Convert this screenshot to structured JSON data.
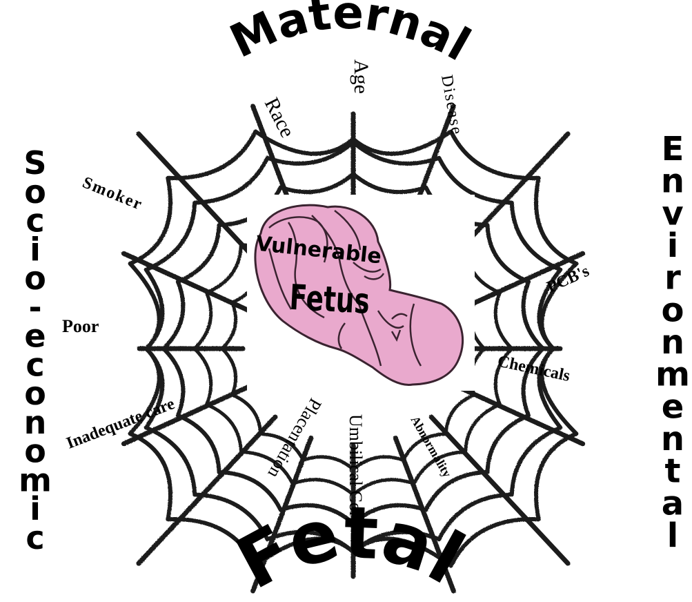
{
  "headings": {
    "top": "Maternal",
    "left": "Socio-economic",
    "right": "Environmental",
    "bottom": "Fetal"
  },
  "center": {
    "line1": "Vulnerable",
    "line2": "Fetus",
    "fill_color": "#e9a9cd"
  },
  "labels": {
    "race": "Race",
    "age": "Age",
    "disease": "Disease",
    "smoker": "Smoker",
    "poor": "Poor",
    "inadequate_care": "Inadequate care",
    "pcbs": "PCB's",
    "chemicals": "Chemicals",
    "placentation": "Placentation",
    "umbilical_cord": "Umbilical Cord",
    "abnormality": "Abnormality"
  },
  "colors": {
    "web": "#1c1c1c",
    "text": "#000000",
    "fetus_outline": "#3a2330"
  }
}
